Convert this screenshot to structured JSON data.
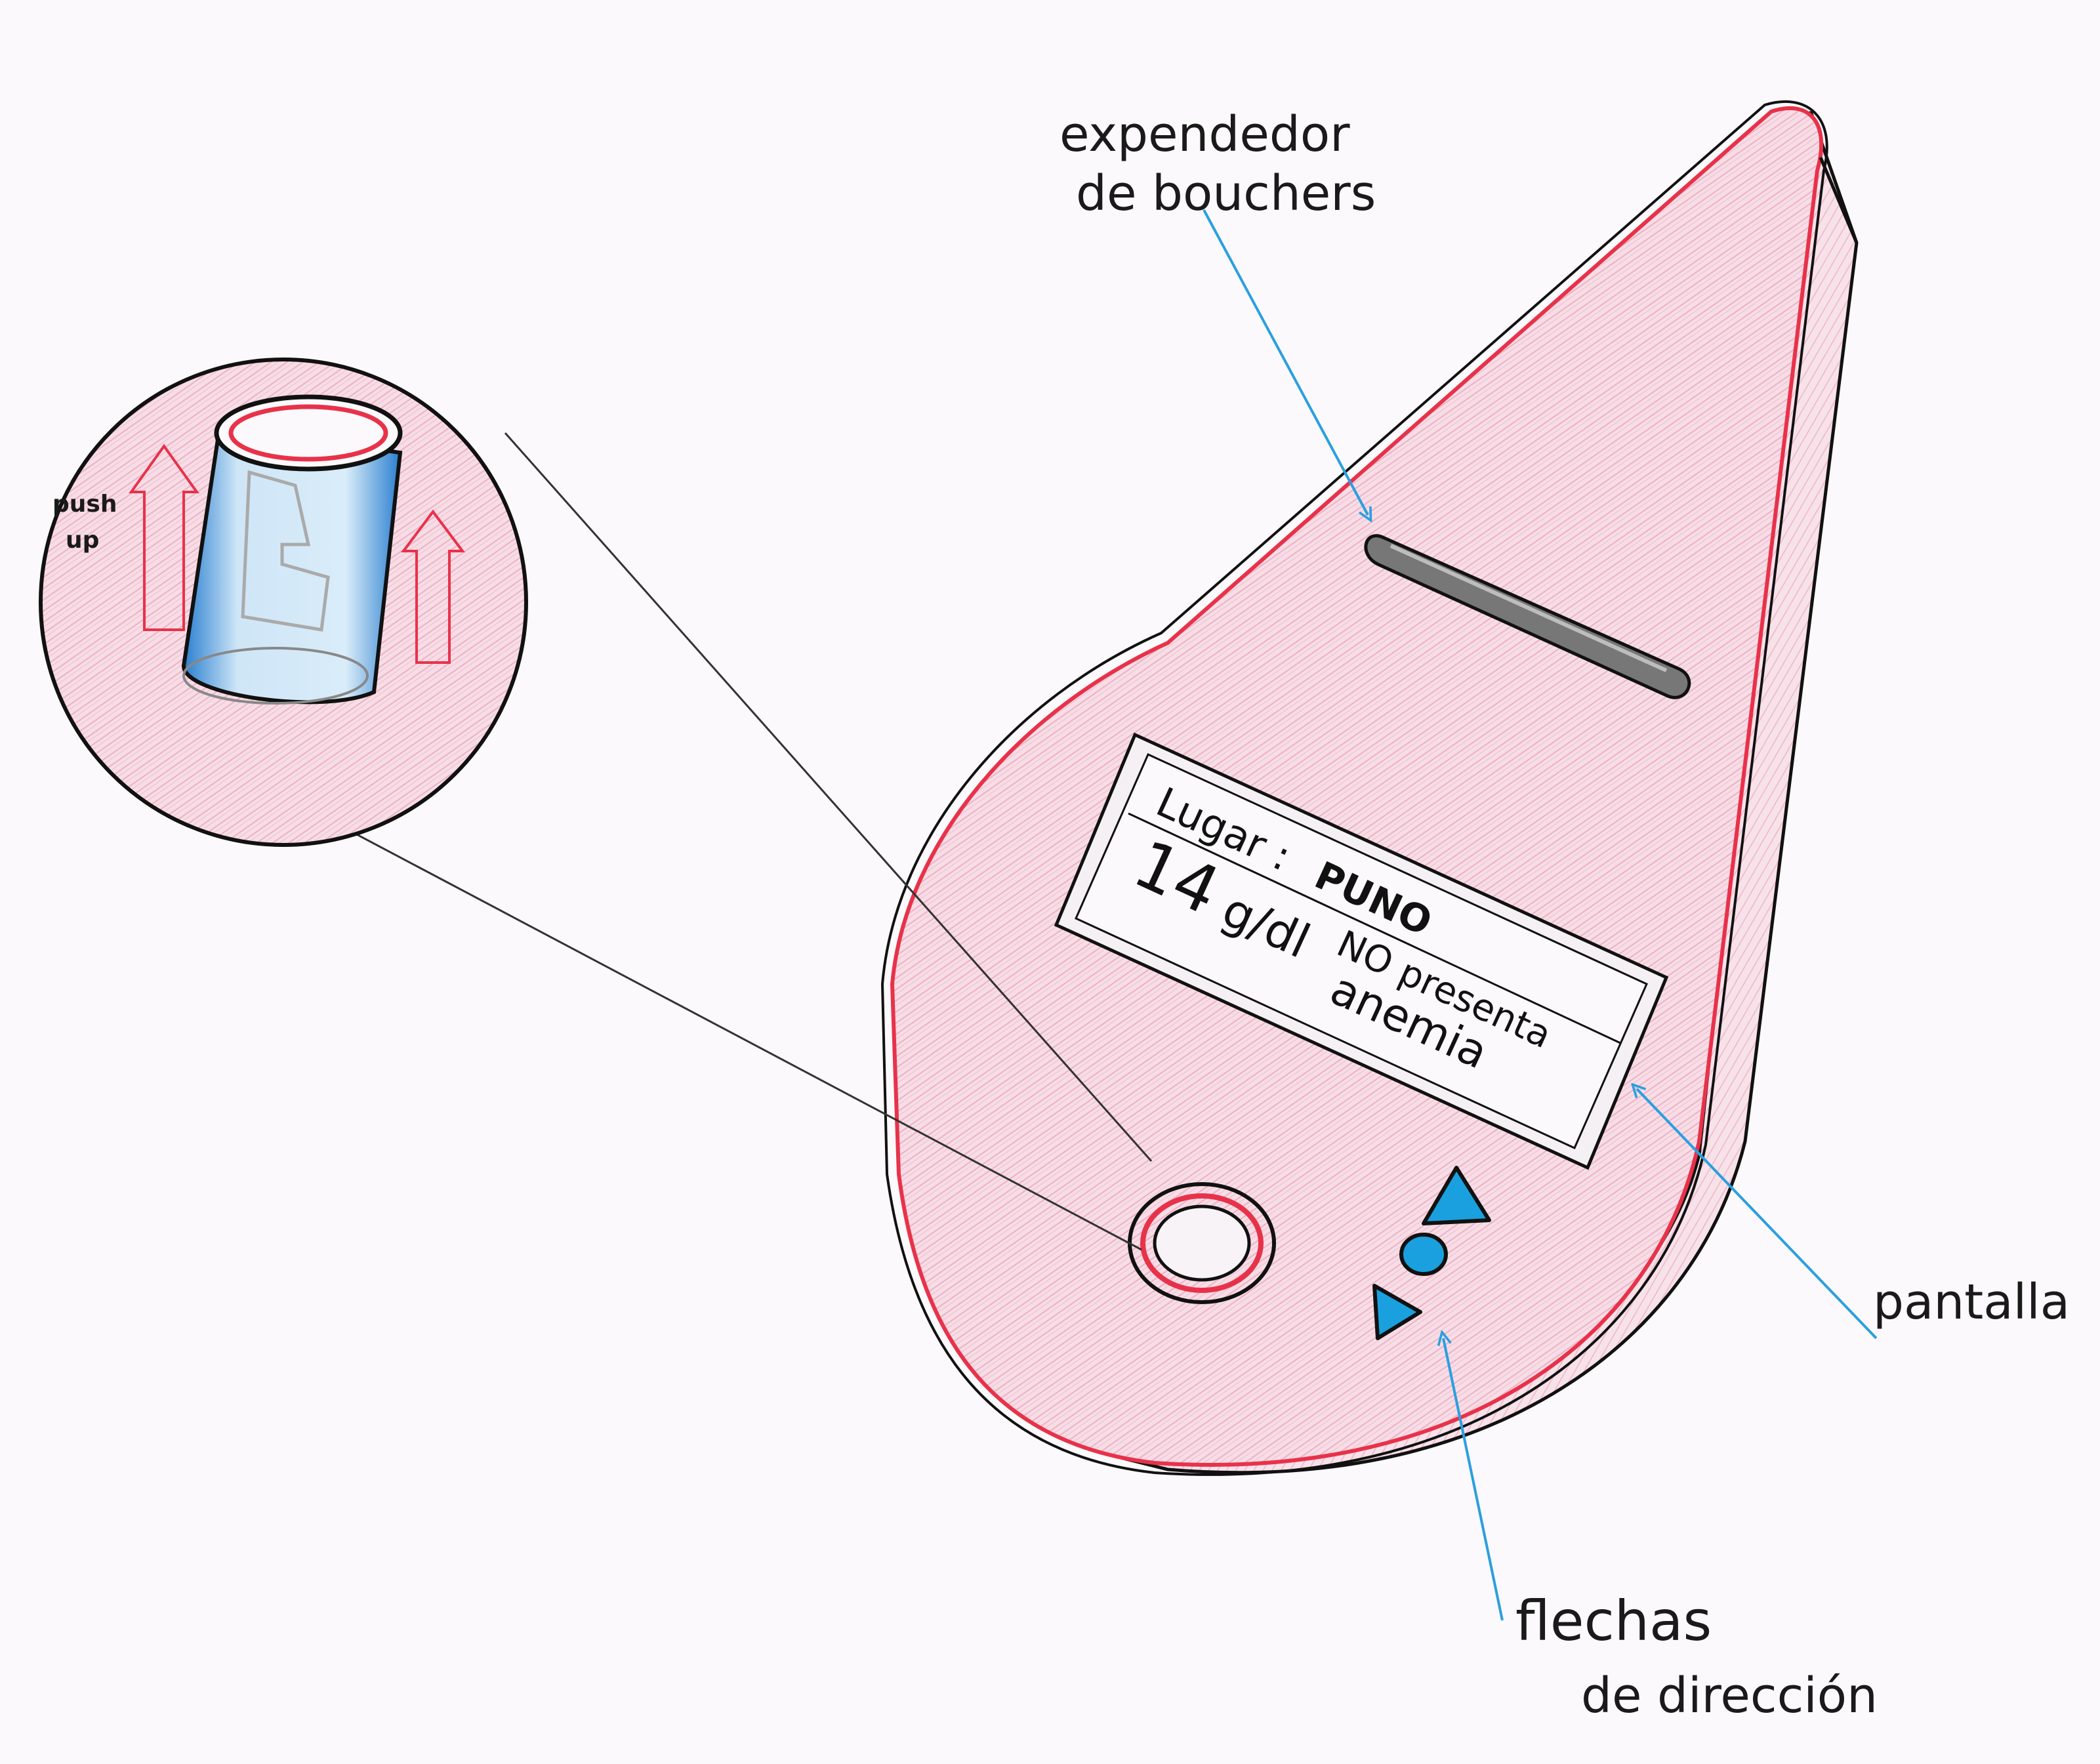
{
  "labels": {
    "expendedor_line1": "expendedor",
    "expendedor_line2": "de bouchers",
    "pantalla": "pantalla",
    "flechas_line1": "flechas",
    "flechas_line2": "de dirección",
    "push_line1": "push",
    "push_line2": "up"
  },
  "screen": {
    "lugar_label": "Lugar :",
    "lugar_value": "PUNO",
    "reading_value": "14",
    "reading_unit": "g/dl",
    "status_line1": "NO presenta",
    "status_line2": "anemia"
  },
  "colors": {
    "device_fill": "#f3d3de",
    "outline_red": "#e8324a",
    "outline_black": "#111111",
    "button_blue": "#1aa0de",
    "pointer_blue": "#2a9fe0",
    "hatch_pink": "#e98aa6",
    "background": "#fbf9fb"
  },
  "icons": {
    "up_button": "triangle-up-icon",
    "ok_button": "circle-icon",
    "down_button": "triangle-left-icon",
    "push_arrow": "arrow-up-icon"
  }
}
